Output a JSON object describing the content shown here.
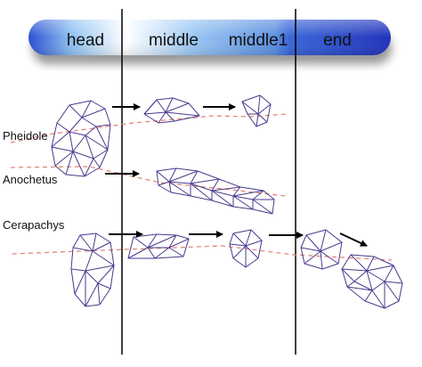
{
  "header": {
    "segments": [
      {
        "label": "head"
      },
      {
        "label": "middle"
      },
      {
        "label": "middle1"
      },
      {
        "label": "end"
      }
    ]
  },
  "species": [
    {
      "label": "Pheidole"
    },
    {
      "label": "Anochetus"
    },
    {
      "label": "Cerapachys"
    }
  ],
  "colors": {
    "bar_light": "#ffffff",
    "bar_mid": "#7fb6ec",
    "bar_dark": "#2845c9",
    "mesh": "#4a3a8c",
    "axis_dashed": "#e08070",
    "divider": "#000000"
  }
}
